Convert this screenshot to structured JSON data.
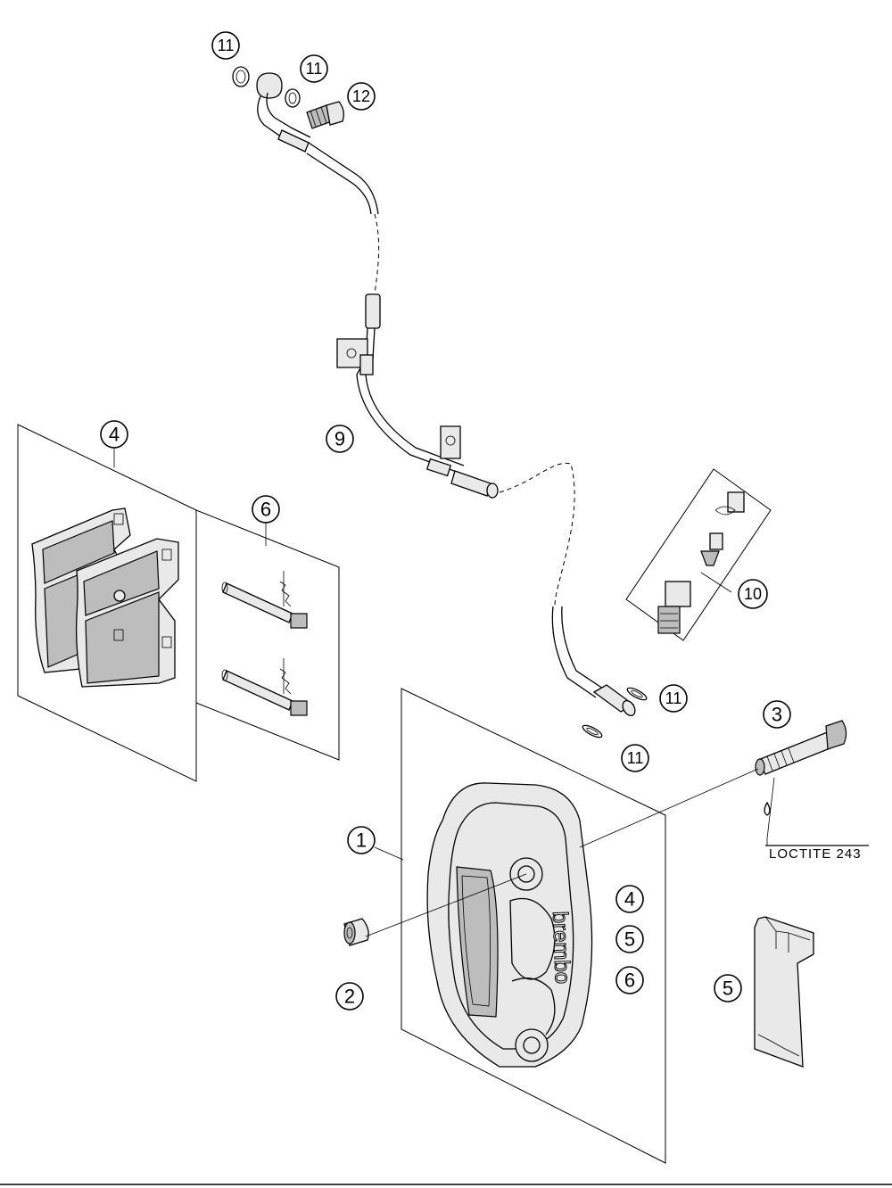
{
  "callouts": {
    "c1": "1",
    "c2": "2",
    "c3": "3",
    "c4_pads": "4",
    "c4_list": "4",
    "c5_list": "5",
    "c5_spring": "5",
    "c6_pins": "6",
    "c6_list": "6",
    "c9": "9",
    "c10": "10",
    "c11_a": "11",
    "c11_b": "11",
    "c11_c": "11",
    "c11_d": "11",
    "c12": "12"
  },
  "annotations": {
    "loctite": "LOCTITE 243",
    "brand": "brembo"
  }
}
